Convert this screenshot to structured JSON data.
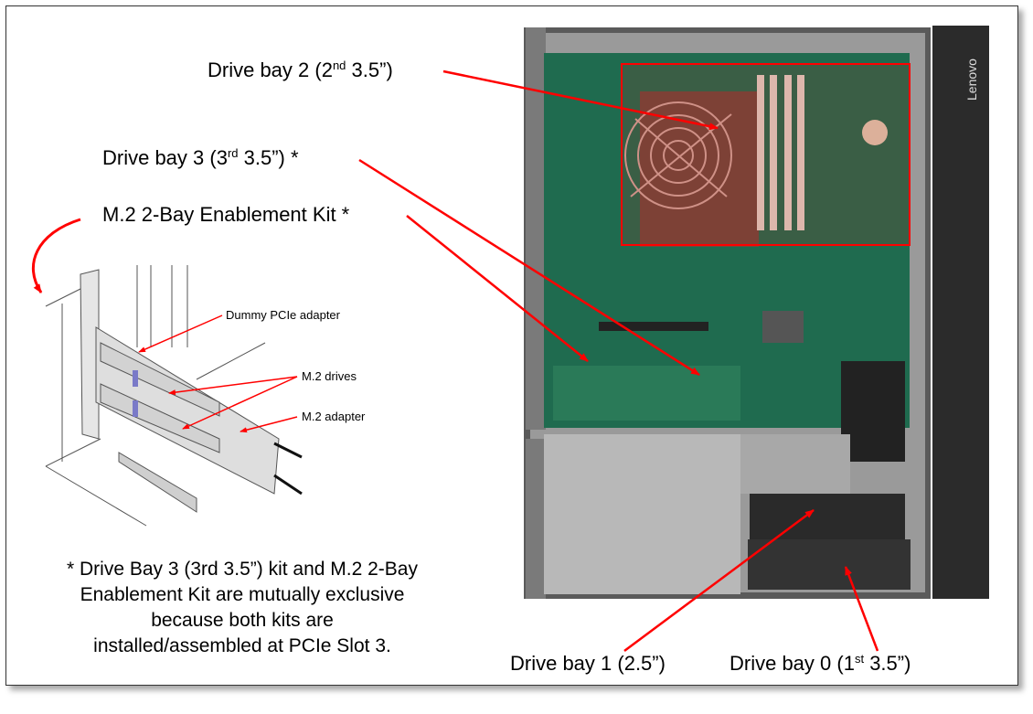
{
  "labels": {
    "drive_bay_2": {
      "pre": "Drive bay 2 (2",
      "sup": "nd",
      "post": " 3.5”)"
    },
    "drive_bay_3": {
      "pre": "Drive bay 3 (3",
      "sup": "rd",
      "post": " 3.5”) *"
    },
    "m2_kit": "M.2 2-Bay Enablement Kit *",
    "drive_bay_1": "Drive bay 1 (2.5”)",
    "drive_bay_0": {
      "pre": "Drive bay 0 (1",
      "sup": "st",
      "post": " 3.5”)"
    }
  },
  "inset": {
    "dummy_pcie": "Dummy PCIe adapter",
    "m2_drives": "M.2 drives",
    "m2_adapter": "M.2 adapter"
  },
  "footnote": [
    "* Drive Bay 3 (3rd 3.5”) kit and M.2 2-Bay",
    "Enablement Kit are mutually exclusive",
    "because both kits are",
    "installed/assembled at PCIe Slot 3."
  ],
  "brand": "Lenovo",
  "colors": {
    "arrow": "#ff0000",
    "pcb": "#1f6b4f",
    "chassis": "#8a8a8a"
  }
}
